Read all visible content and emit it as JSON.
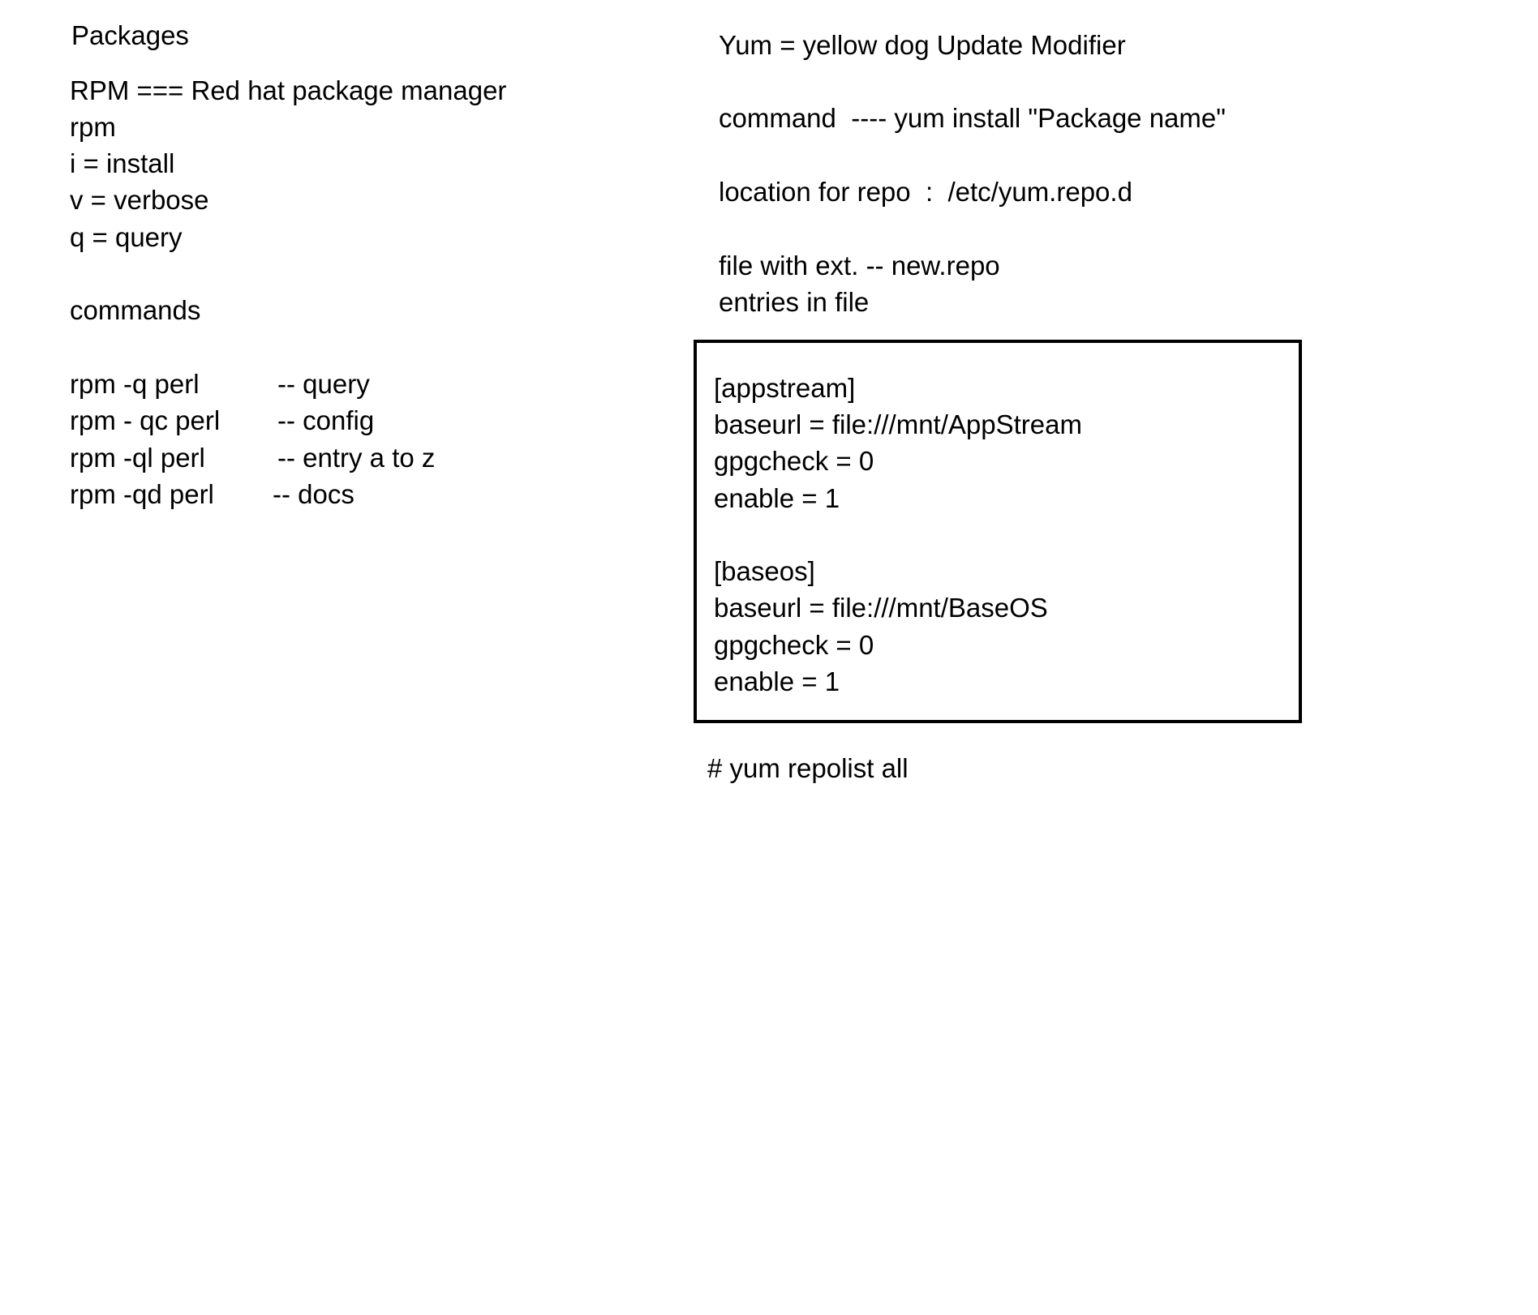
{
  "left": {
    "heading": "Packages",
    "rpm_title": "RPM === Red hat package manager",
    "rpm": "rpm",
    "flags": [
      "i = install",
      "v = verbose",
      "q = query"
    ],
    "commands_heading": "commands",
    "commands": [
      {
        "cmd": "rpm -q perl",
        "desc": "-- query"
      },
      {
        "cmd": "rpm - qc perl",
        "desc": "-- config"
      },
      {
        "cmd": "rpm -ql perl",
        "desc": "-- entry a to z"
      },
      {
        "cmd": "rpm -qd perl",
        "desc": "-- docs"
      }
    ]
  },
  "right": {
    "yum_title": "Yum = yellow dog Update Modifier",
    "command_line": "command  ---- yum install \"Package name\"",
    "location_line": "location for repo  :  /etc/yum.repo.d",
    "file_ext_line": "file with ext. -- new.repo",
    "entries_line": "entries in file",
    "repo_box": [
      "[appstream]",
      "baseurl = file:///mnt/AppStream",
      "gpgcheck = 0",
      "enable = 1",
      "[baseos]",
      "baseurl = file:///mnt/BaseOS",
      "gpgcheck = 0",
      "enable = 1"
    ],
    "repolist": "# yum repolist all"
  }
}
